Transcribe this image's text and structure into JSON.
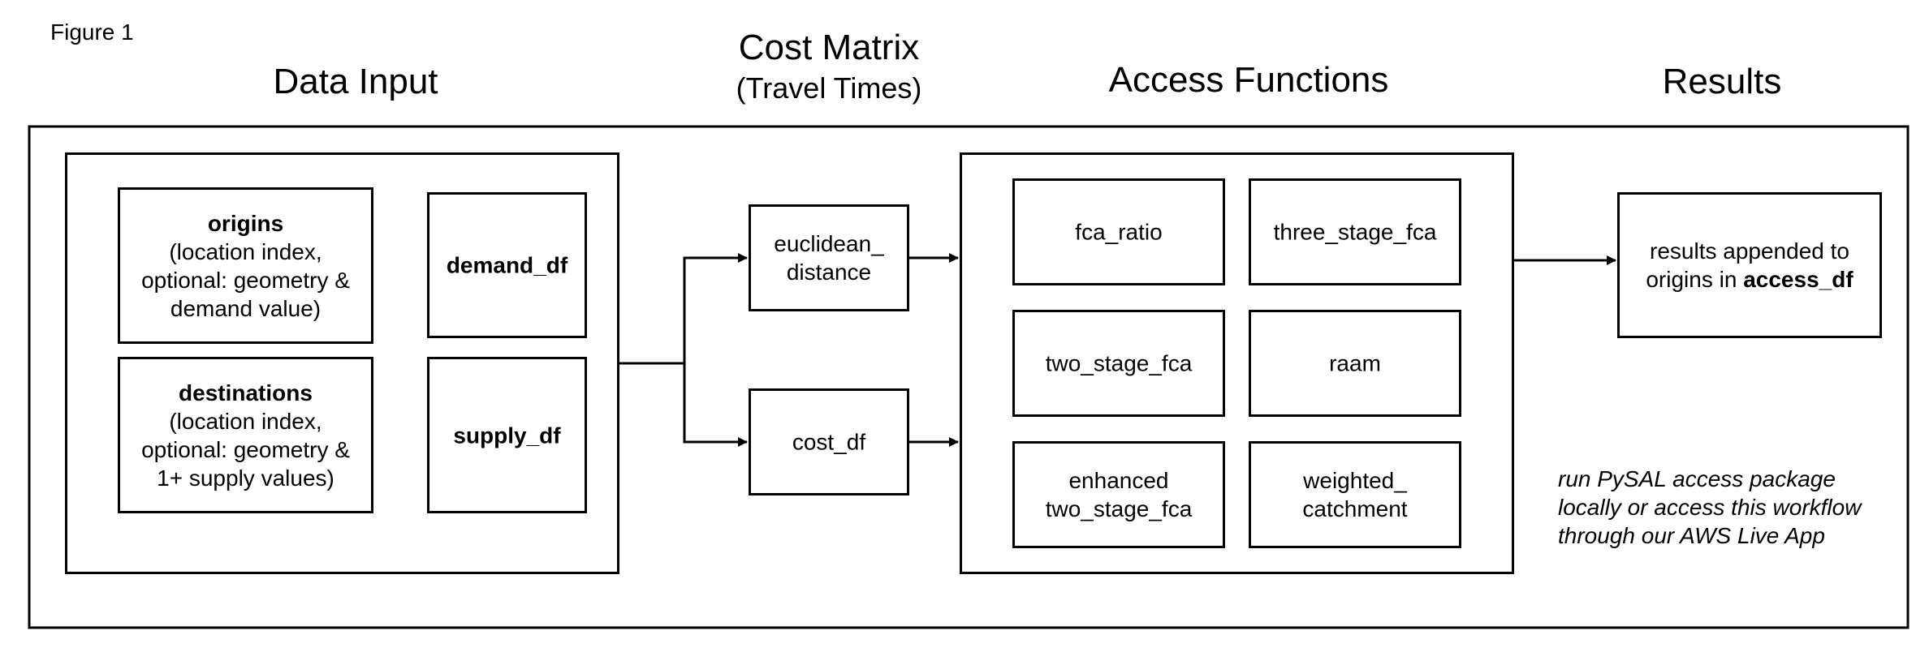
{
  "figure_label": "Figure 1",
  "headings": {
    "data_input": "Data Input",
    "cost_matrix": "Cost Matrix",
    "cost_matrix_sub": "(Travel Times)",
    "access_functions": "Access Functions",
    "results": "Results"
  },
  "inputs": {
    "origins_title": "origins",
    "origins_line1": "(location index,",
    "origins_line2": "optional: geometry &",
    "origins_line3": "demand value)",
    "demand_df": "demand_df",
    "destinations_title": "destinations",
    "destinations_line1": "(location index,",
    "destinations_line2": "optional: geometry &",
    "destinations_line3": "1+ supply values)",
    "supply_df": "supply_df"
  },
  "cost": {
    "euclidean_line1": "euclidean_",
    "euclidean_line2": "distance",
    "cost_df": "cost_df"
  },
  "functions": {
    "fca_ratio": "fca_ratio",
    "three_stage_fca": "three_stage_fca",
    "two_stage_fca": "two_stage_fca",
    "raam": "raam",
    "enhanced_line1": "enhanced",
    "enhanced_line2": "two_stage_fca",
    "weighted_line1": "weighted_",
    "weighted_line2": "catchment"
  },
  "results": {
    "line1": "results appended to",
    "line2_prefix": "origins in ",
    "line2_bold": "access_df"
  },
  "note": {
    "line1": "run PySAL access package",
    "line2": "locally or access this workflow",
    "line3": "through our AWS Live App"
  }
}
